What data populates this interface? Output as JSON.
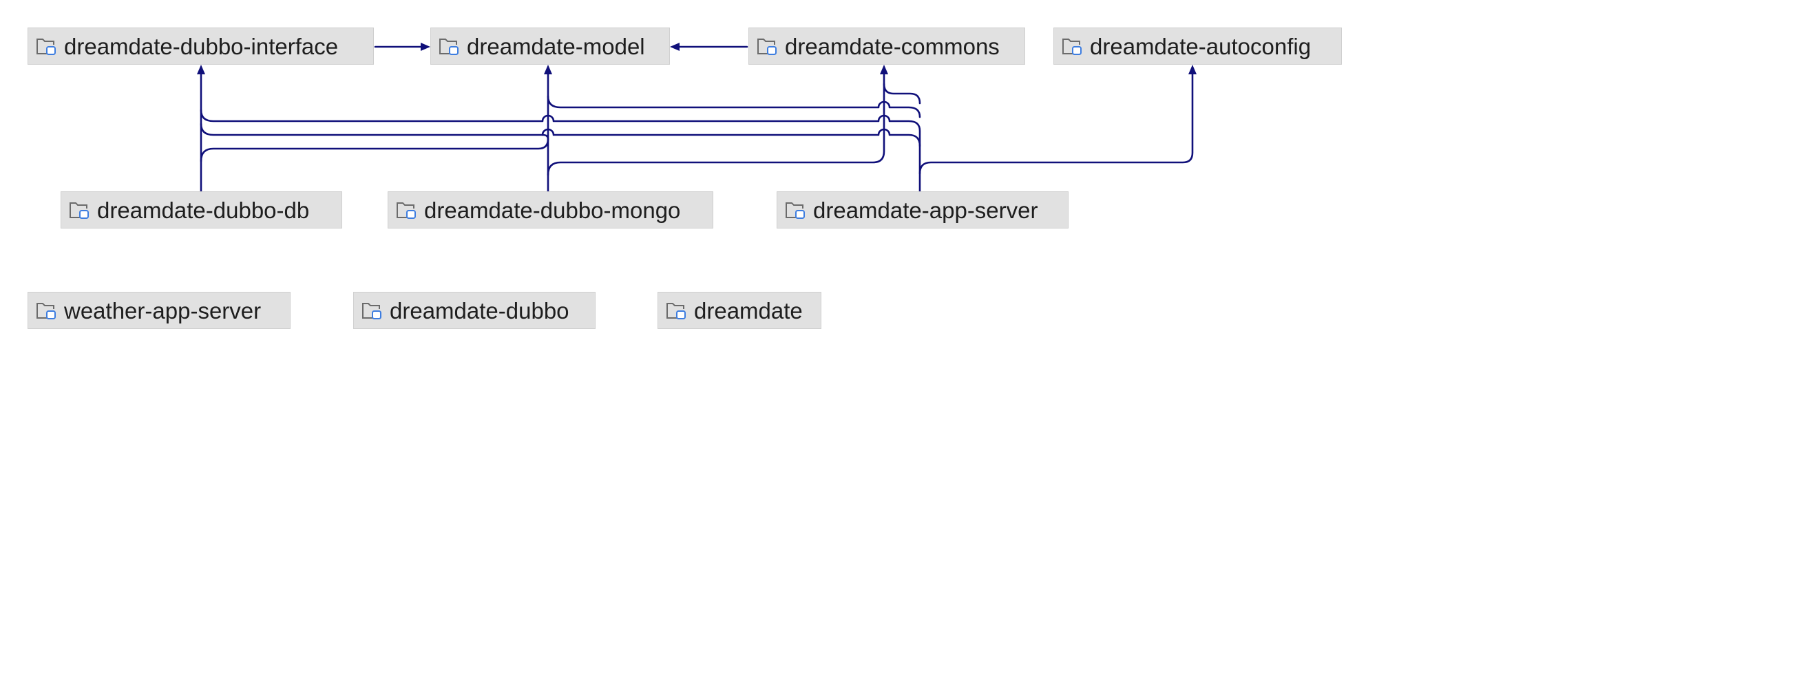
{
  "diagram": {
    "edge_color": "#10107a",
    "node_background": "#e1e1e1",
    "icon_accent": "#3d7de0",
    "nodes": [
      {
        "id": "interface",
        "label": "dreamdate-dubbo-interface",
        "icon": "module-folder-icon"
      },
      {
        "id": "model",
        "label": "dreamdate-model",
        "icon": "module-folder-icon"
      },
      {
        "id": "commons",
        "label": "dreamdate-commons",
        "icon": "module-folder-icon"
      },
      {
        "id": "autoconfig",
        "label": "dreamdate-autoconfig",
        "icon": "module-folder-icon"
      },
      {
        "id": "db",
        "label": "dreamdate-dubbo-db",
        "icon": "module-folder-icon"
      },
      {
        "id": "mongo",
        "label": "dreamdate-dubbo-mongo",
        "icon": "module-folder-icon"
      },
      {
        "id": "appserver",
        "label": "dreamdate-app-server",
        "icon": "module-folder-icon"
      },
      {
        "id": "weather",
        "label": "weather-app-server",
        "icon": "module-folder-icon"
      },
      {
        "id": "dubbo",
        "label": "dreamdate-dubbo",
        "icon": "module-folder-icon"
      },
      {
        "id": "dreamdate",
        "label": "dreamdate",
        "icon": "module-folder-icon"
      }
    ],
    "edges": [
      {
        "from": "interface",
        "to": "model"
      },
      {
        "from": "commons",
        "to": "model"
      },
      {
        "from": "db",
        "to": "interface"
      },
      {
        "from": "db",
        "to": "model"
      },
      {
        "from": "mongo",
        "to": "model"
      },
      {
        "from": "mongo",
        "to": "commons"
      },
      {
        "from": "appserver",
        "to": "interface"
      },
      {
        "from": "appserver",
        "to": "model"
      },
      {
        "from": "appserver",
        "to": "commons"
      },
      {
        "from": "appserver",
        "to": "autoconfig"
      }
    ]
  }
}
